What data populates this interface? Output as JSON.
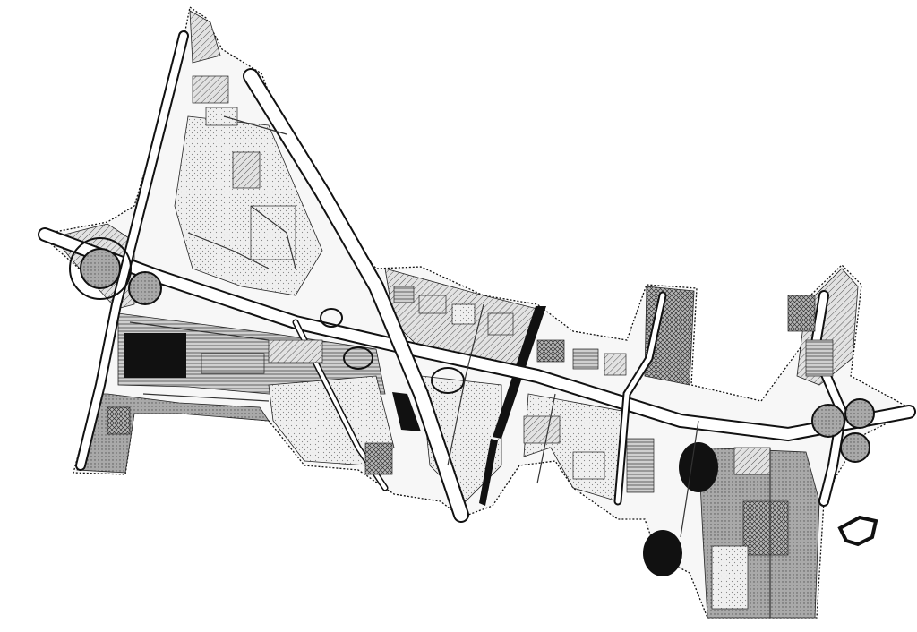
{
  "map": {
    "style": "monochrome-urban-site-plan",
    "background_color": "#ffffff",
    "ink_color": "#111111",
    "light_fill": "#e6e6e6",
    "mid_fill": "#bdbdbd",
    "dark_fill": "#111111",
    "boundary_style": "dotted-outline",
    "fill_patterns": [
      "dot-stipple",
      "diagonal-hatch",
      "cross-hatch",
      "horizontal-lines",
      "solid-black"
    ]
  }
}
